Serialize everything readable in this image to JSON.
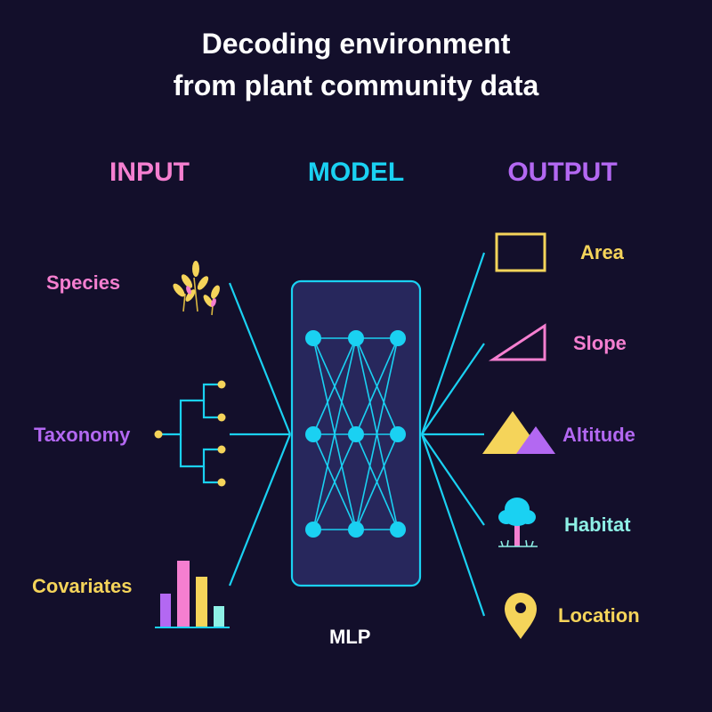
{
  "title": {
    "line1": "Decoding environment",
    "line2": "from plant community data"
  },
  "columns": {
    "input": "INPUT",
    "model": "MODEL",
    "output": "OUTPUT"
  },
  "inputs": [
    {
      "label": "Species",
      "icon": "plant-icon"
    },
    {
      "label": "Taxonomy",
      "icon": "tree-diagram-icon"
    },
    {
      "label": "Covariates",
      "icon": "bar-chart-icon"
    }
  ],
  "model": {
    "label": "MLP",
    "layers": [
      3,
      3,
      3
    ]
  },
  "outputs": [
    {
      "label": "Area",
      "icon": "rectangle-icon"
    },
    {
      "label": "Slope",
      "icon": "triangle-icon"
    },
    {
      "label": "Altitude",
      "icon": "mountains-icon"
    },
    {
      "label": "Habitat",
      "icon": "tree-icon"
    },
    {
      "label": "Location",
      "icon": "location-pin-icon"
    }
  ],
  "colors": {
    "background": "#130f2b",
    "title": "#ffffff",
    "input": "#f57fd0",
    "model": "#1ad1f2",
    "output": "#b368f2",
    "yellow": "#f5d45a",
    "pink": "#f57fd0",
    "purple": "#b368f2",
    "cyan": "#1ad1f2",
    "mint": "#8ef0e6",
    "box_fill": "#27275c"
  }
}
